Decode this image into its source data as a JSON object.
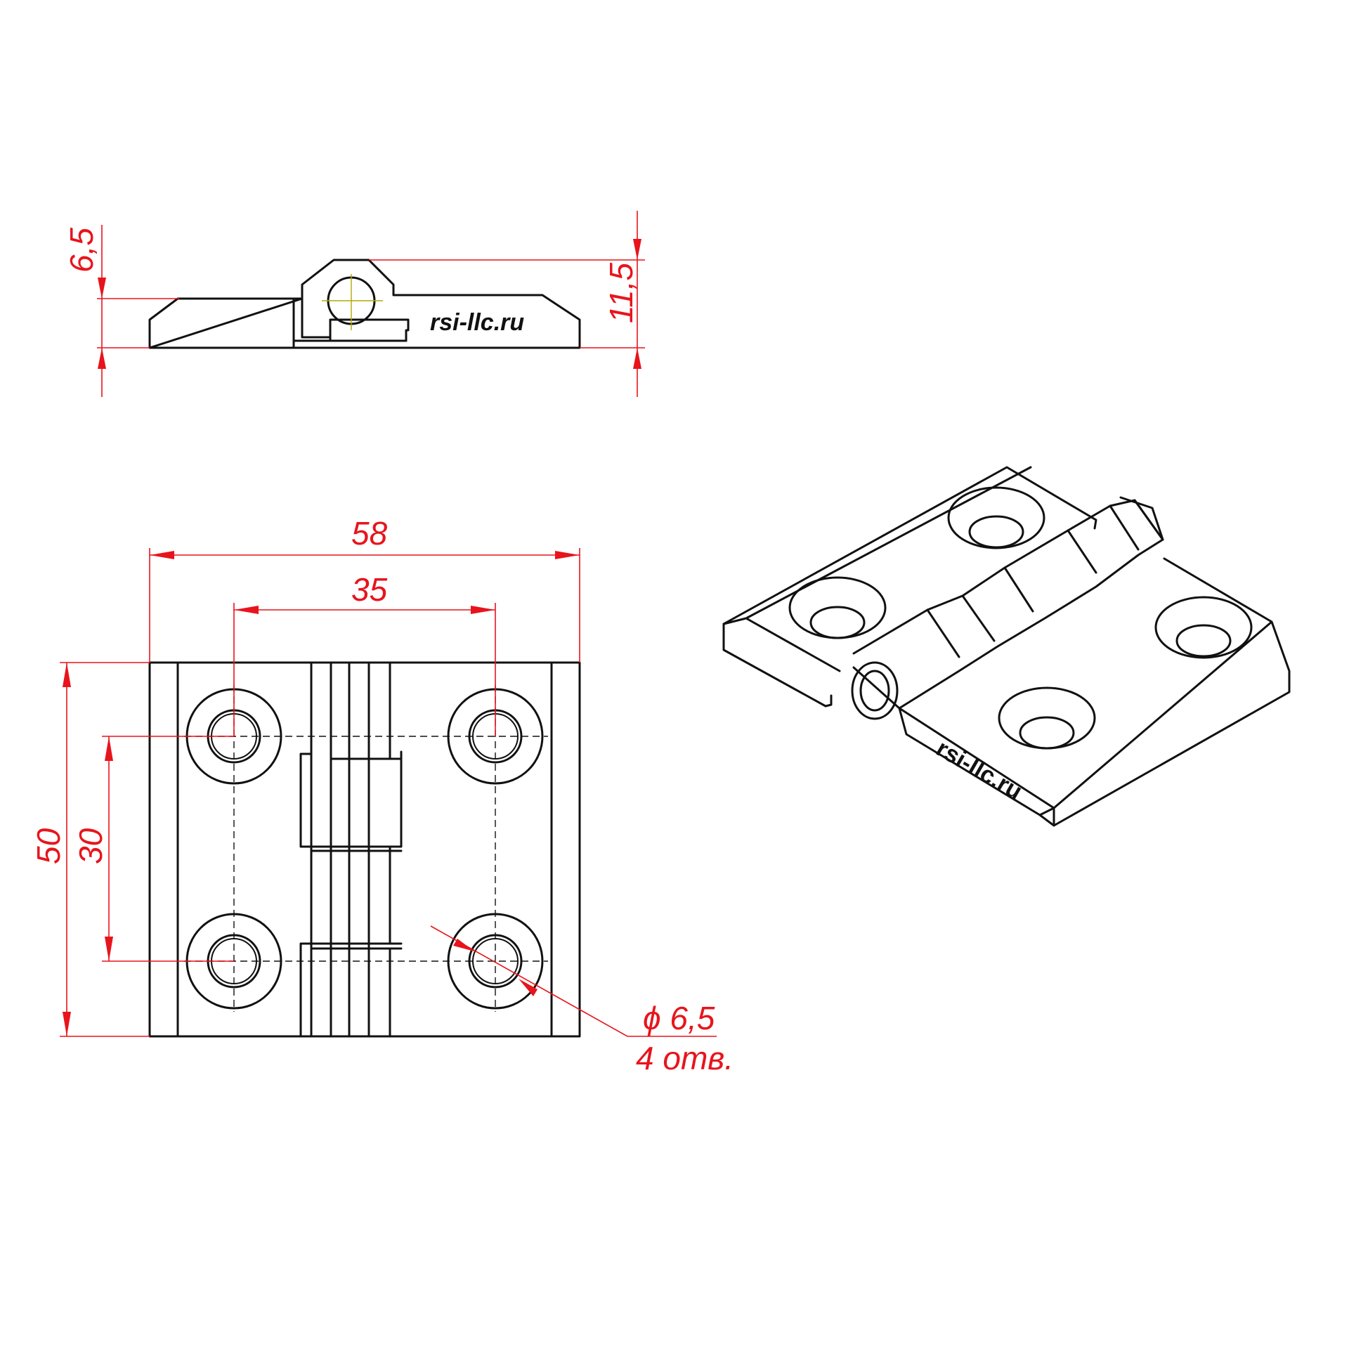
{
  "side_view": {
    "brand": "rsi-llc.ru",
    "dim_plate_thickness": "6,5",
    "dim_total_height": "11,5"
  },
  "top_view": {
    "dim_overall_width": "58",
    "dim_hole_spacing_x": "35",
    "dim_overall_height": "50",
    "dim_hole_spacing_y": "30",
    "dim_hole_diameter": "ϕ 6,5",
    "dim_hole_count": "4 отв."
  },
  "iso_view": {
    "brand": "rsi-llc.ru"
  },
  "colors": {
    "dimension": "#e8141c",
    "outline": "#111111",
    "axis": "#b5a900"
  }
}
